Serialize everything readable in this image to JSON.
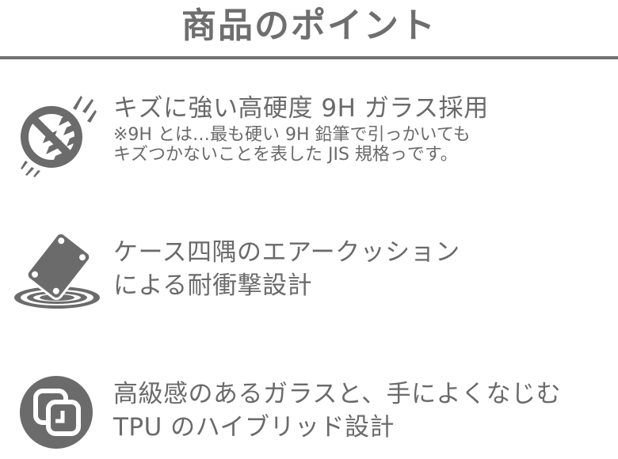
{
  "header": {
    "title": "商品のポイント"
  },
  "colors": {
    "text": "#6a6a6a",
    "icon": "#6b6b6b",
    "divider": "#727272",
    "background": "#ffffff"
  },
  "features": [
    {
      "icon": "scratch-resistant-icon",
      "heading": [
        "キズに強い高硬度 9H ガラス採用"
      ],
      "note": [
        "※9H とは…最も硬い 9H 鉛筆で引っかいても",
        "キズつかないことを表した JIS 規格っです。"
      ]
    },
    {
      "icon": "shock-absorb-icon",
      "heading": [
        "ケース四隅のエアークッション",
        "による耐衝撃設計"
      ]
    },
    {
      "icon": "hybrid-layers-icon",
      "heading": [
        "高級感のあるガラスと、手によくなじむ",
        "TPU のハイブリッド設計"
      ]
    }
  ]
}
